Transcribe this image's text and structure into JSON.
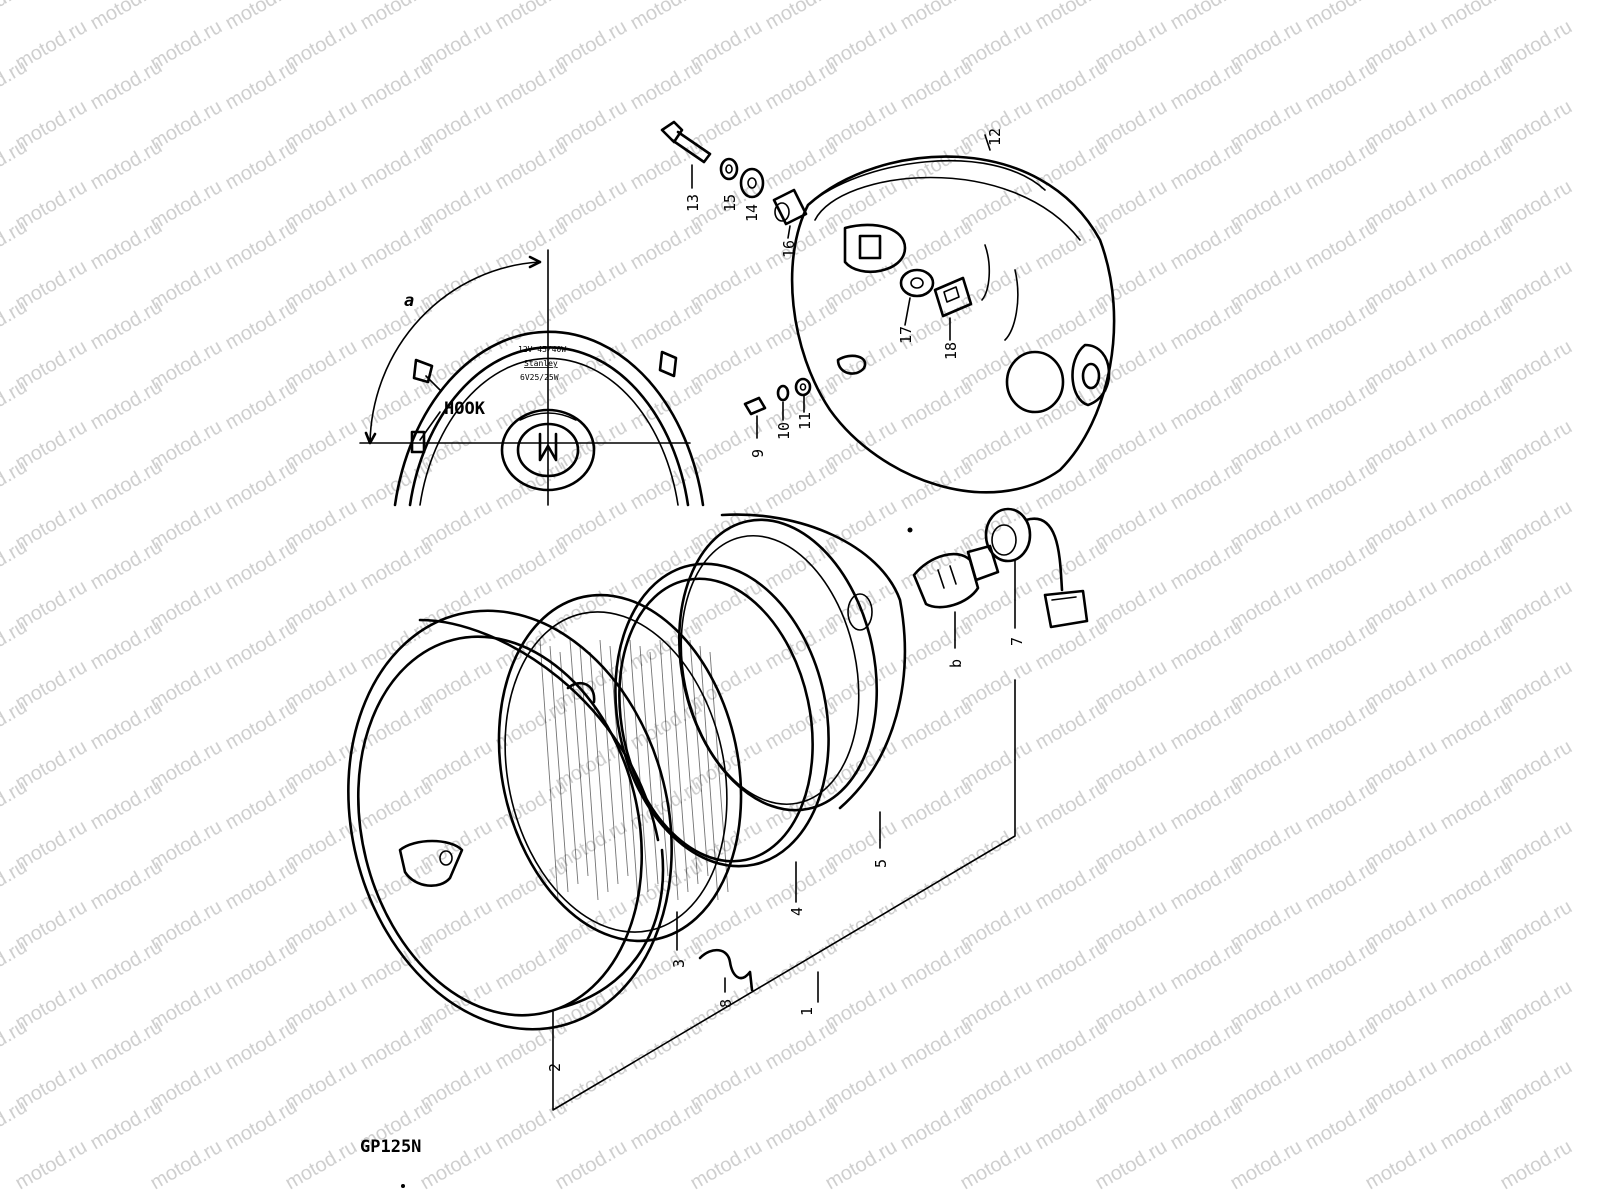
{
  "diagram": {
    "model_code": "GP125N",
    "watermark_text": "motod.ru",
    "inset": {
      "arc_label": "a",
      "hook_label": "HOOK",
      "lens_stamp_lines": [
        "12V 45/40W",
        "Stanley",
        "6V25/25W"
      ]
    },
    "parts": [
      {
        "id": "1",
        "label": "1"
      },
      {
        "id": "2",
        "label": "2"
      },
      {
        "id": "3",
        "label": "3"
      },
      {
        "id": "4",
        "label": "4"
      },
      {
        "id": "5",
        "label": "5"
      },
      {
        "id": "b",
        "label": "b"
      },
      {
        "id": "7",
        "label": "7"
      },
      {
        "id": "8",
        "label": "8"
      },
      {
        "id": "9",
        "label": "9"
      },
      {
        "id": "10",
        "label": "10"
      },
      {
        "id": "11",
        "label": "11"
      },
      {
        "id": "12",
        "label": "12"
      },
      {
        "id": "13",
        "label": "13"
      },
      {
        "id": "14",
        "label": "14"
      },
      {
        "id": "15",
        "label": "15"
      },
      {
        "id": "16",
        "label": "16"
      },
      {
        "id": "17",
        "label": "17"
      },
      {
        "id": "18",
        "label": "18"
      }
    ],
    "colors": {
      "ink": "#000000",
      "watermark": "#cfcfcf",
      "paper": "#ffffff"
    }
  }
}
